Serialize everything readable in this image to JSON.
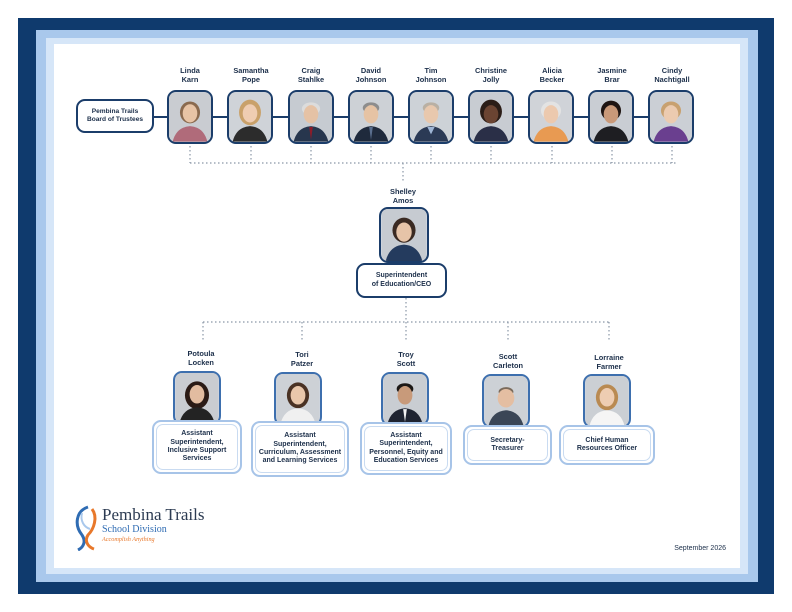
{
  "board": {
    "label": "Pembina Trails\nBoard of Trustees",
    "trustees": [
      {
        "name": "Linda\nKarn"
      },
      {
        "name": "Samantha\nPope"
      },
      {
        "name": "Craig\nStahlke"
      },
      {
        "name": "David\nJohnson"
      },
      {
        "name": "Tim\nJohnson"
      },
      {
        "name": "Christine\nJolly"
      },
      {
        "name": "Alicia\nBecker"
      },
      {
        "name": "Jasmine\nBrar"
      },
      {
        "name": "Cindy\nNachtigall"
      }
    ]
  },
  "superintendent": {
    "name": "Shelley\nAmos",
    "title": "Superintendent\nof Education/CEO"
  },
  "staff": [
    {
      "name": "Potoula\nLocken",
      "title": "Assistant\nSuperintendent,\nInclusive Support\nServices"
    },
    {
      "name": "Tori\nPatzer",
      "title": "Assistant\nSuperintendent,\nCurriculum, Assessment\nand Learning Services"
    },
    {
      "name": "Troy\nScott",
      "title": "Assistant\nSuperintendent,\nPersonnel, Equity and\nEducation Services"
    },
    {
      "name": "Scott\nCarleton",
      "title": "Secretary-\nTreasurer"
    },
    {
      "name": "Lorraine\nFarmer",
      "title": "Chief Human\nResources Officer"
    }
  ],
  "logo": {
    "name": "Pembina Trails",
    "subtitle": "School Division",
    "tagline": "Accomplish Anything"
  },
  "date": "September 2026",
  "colors": {
    "navy": "#0f3a6d",
    "light_blue": "#a9c8ec",
    "connector": "#1b3d6a",
    "accent_orange": "#e8782b"
  }
}
